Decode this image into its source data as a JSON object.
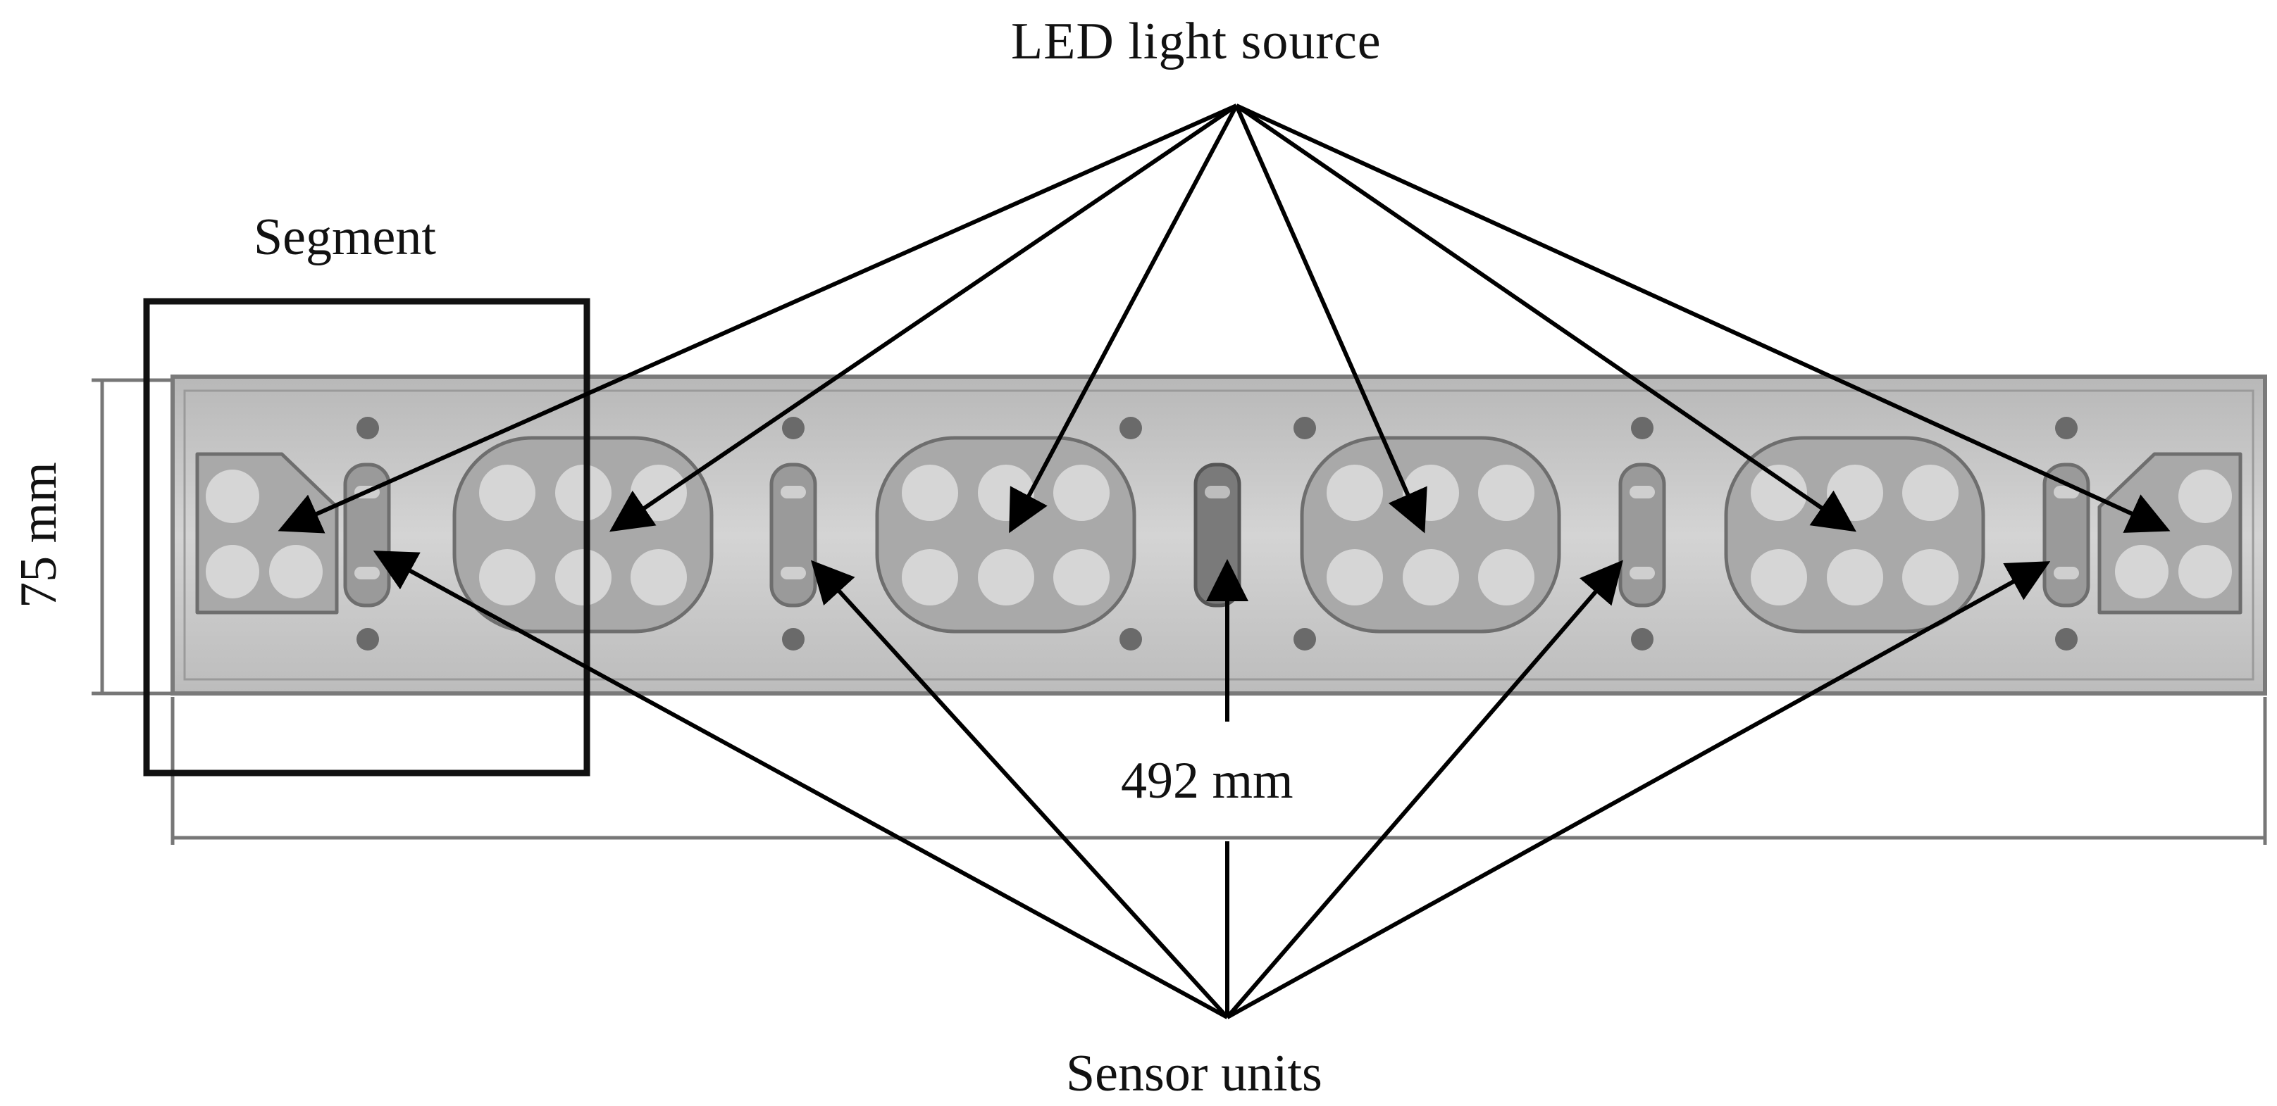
{
  "labels": {
    "led": "LED light source",
    "segment": "Segment",
    "length": "492 mm",
    "height": "75 mm",
    "sensors": "Sensor units"
  },
  "colors": {
    "housing": "#c2c2c2",
    "housing_edge": "#7a7a7a",
    "led_module": "#a9a9a9",
    "led": "#d6d6d6",
    "sensor": "#9a9a9a",
    "sensor_dark": "#6e6e6e",
    "screw": "#6a6a6a",
    "line": "#000000"
  }
}
